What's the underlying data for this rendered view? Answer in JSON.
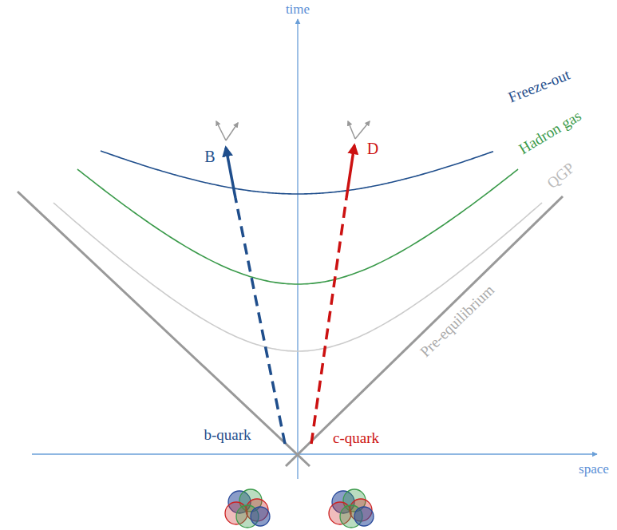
{
  "diagram": {
    "labels": [
      "time",
      "Freeze-out",
      "Hadron gas",
      "QGP",
      "B",
      "D",
      "Pre-equilibrium",
      "b-quark",
      "c-quark",
      "space"
    ]
  }
}
